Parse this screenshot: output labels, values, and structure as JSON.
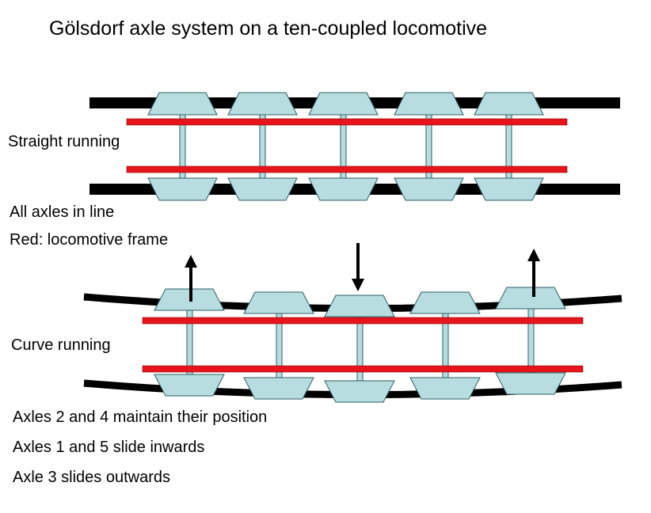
{
  "title": "Gölsdorf axle system on a ten-coupled locomotive",
  "straight_section": {
    "label": "Straight running",
    "notes": [
      "All axles in line",
      "Red: locomotive frame"
    ]
  },
  "curve_section": {
    "label": "Curve running",
    "notes": [
      "Axles 2 and 4 maintain their position",
      "Axles 1 and 5 slide inwards",
      "Axle 3 slides outwards"
    ]
  },
  "colors": {
    "rail": "#000000",
    "frame": "#e8141b",
    "wheel_fill": "#b7dde0",
    "wheel_stroke": "#2c5f63",
    "arrow": "#000000"
  }
}
